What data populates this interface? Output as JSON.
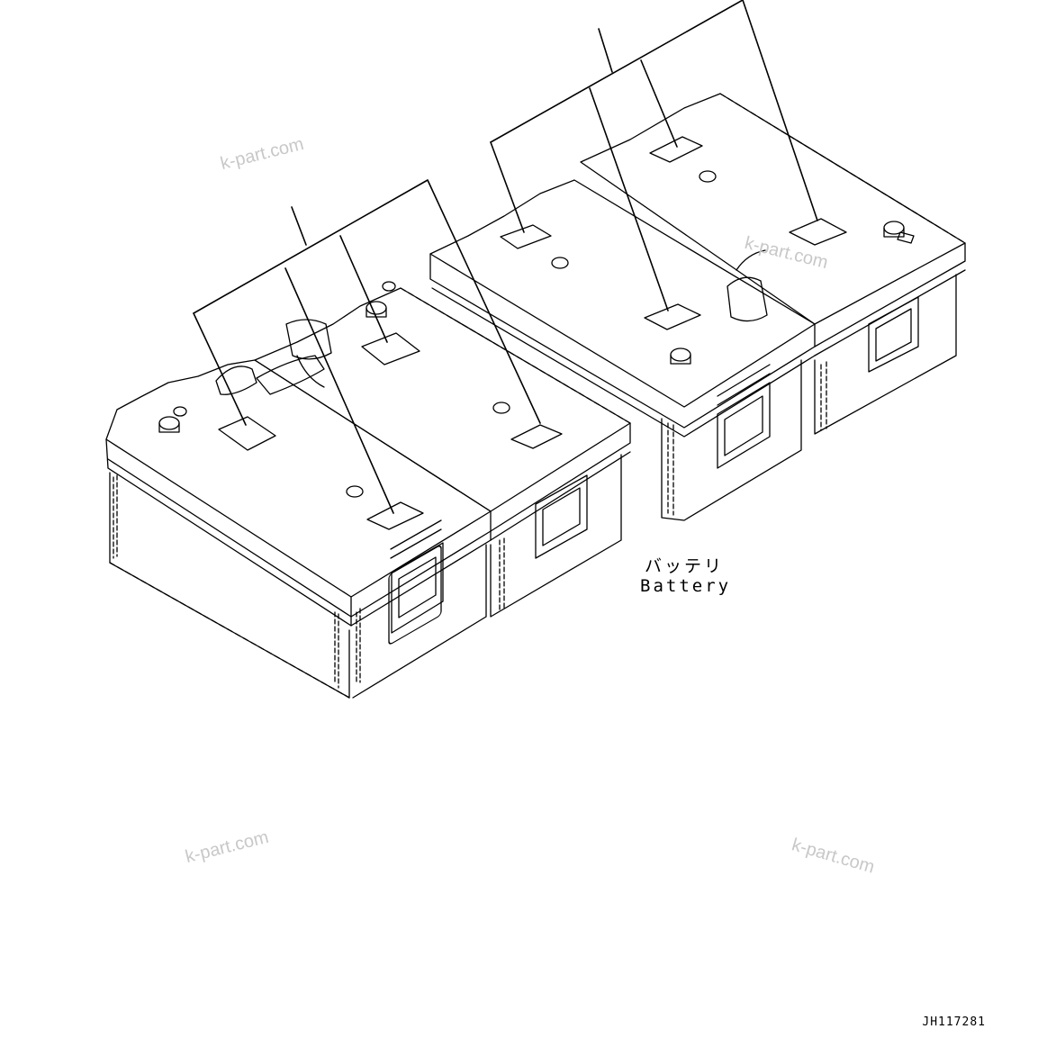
{
  "labels": {
    "part_jp": "バッテリ",
    "part_en": "Battery"
  },
  "drawing_number": "JH117281",
  "watermarks": [
    "k-part.com",
    "k-part.com",
    "k-part.com",
    "k-part.com"
  ],
  "colors": {
    "line": "#000000",
    "watermark": "#c8c8c8",
    "background": "#ffffff"
  }
}
